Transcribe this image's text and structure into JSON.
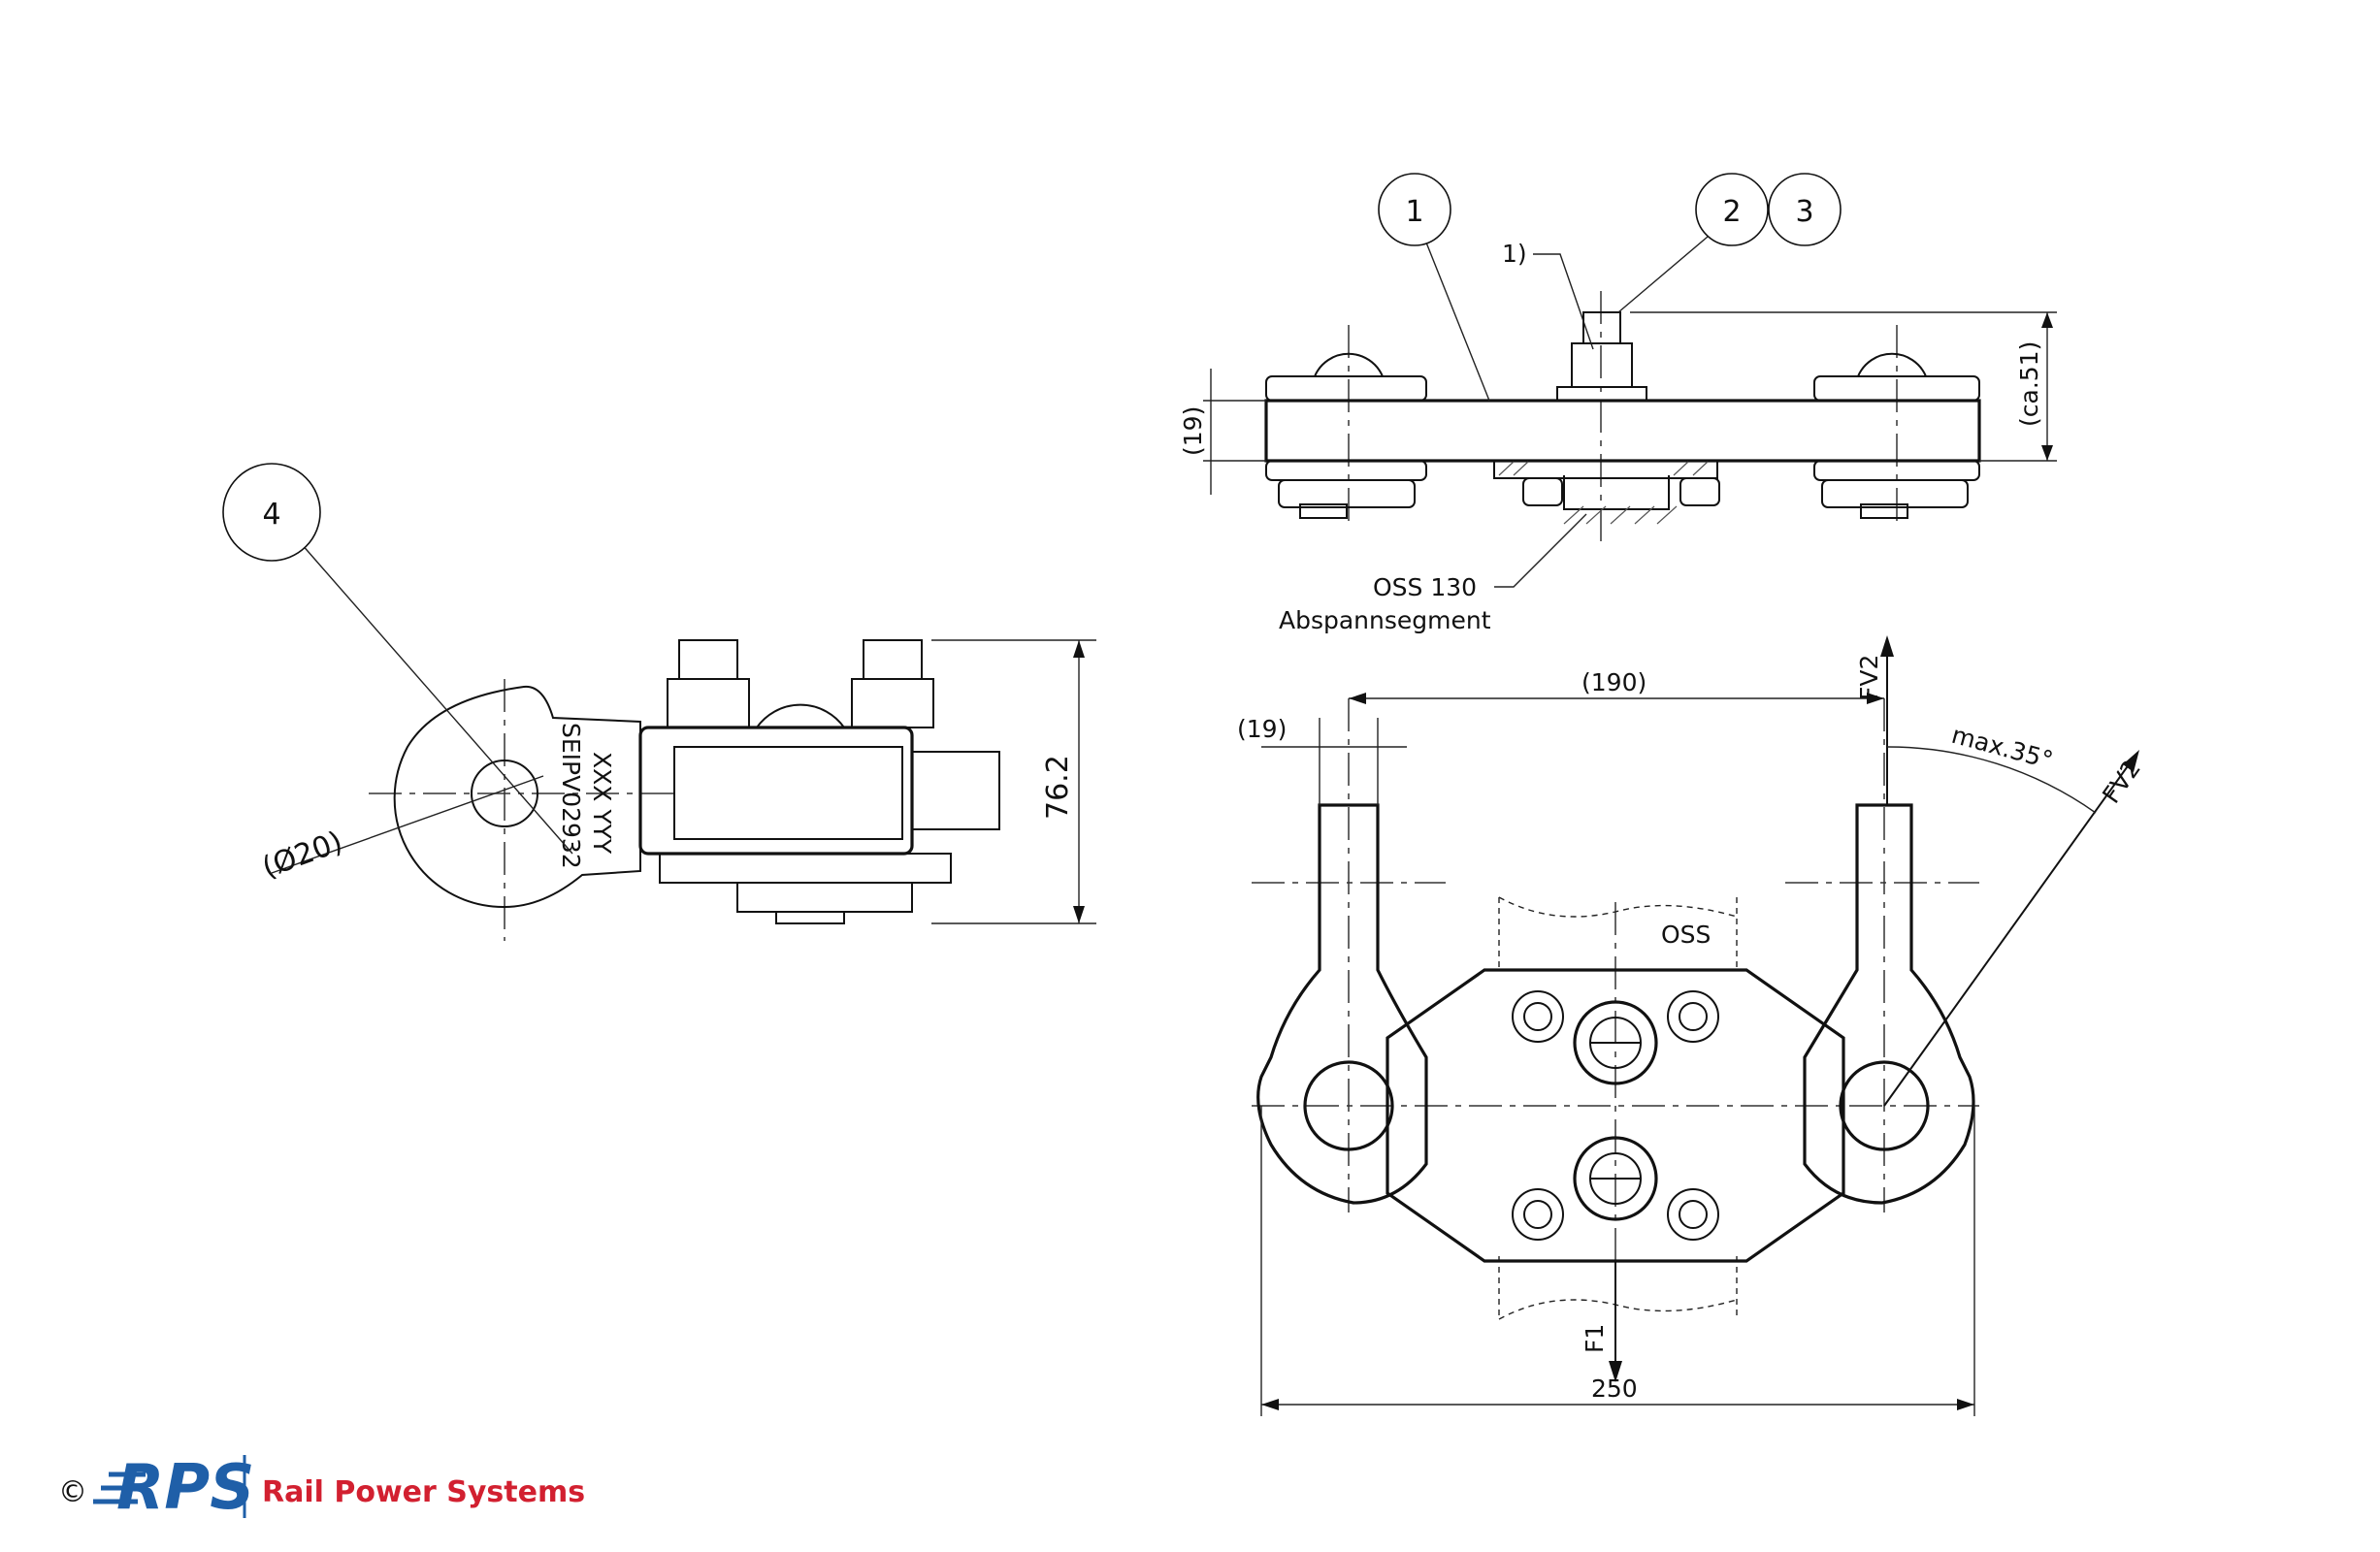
{
  "balloons": {
    "b1": "1",
    "b2": "2",
    "b3": "3",
    "b4": "4"
  },
  "top_view": {
    "note_ref": "1)",
    "dim_thickness": "(19)",
    "dim_height": "(ca.51)",
    "segment_label_line1": "OSS 130",
    "segment_label_line2": "Abspannsegment"
  },
  "side_view": {
    "dim_hole": "(Ø20)",
    "dim_height": "76.2",
    "marking_line1": "XXX YYY",
    "marking_line2": "SEIPV02932"
  },
  "front_view": {
    "dim_left_eye": "(19)",
    "dim_eye_spacing": "(190)",
    "dim_overall": "250",
    "angle_label": "max.35°",
    "force_fv2_top": "FV2",
    "force_fv2_angled": "FV2",
    "force_f1": "F1",
    "oss_label": "OSS"
  },
  "footer": {
    "copyright_symbol": "©",
    "logo_text": "RPS",
    "company_name": "Rail Power Systems"
  },
  "colors": {
    "logo_blue": "#1f5fa8",
    "logo_red": "#d22030",
    "line": "#111111"
  }
}
